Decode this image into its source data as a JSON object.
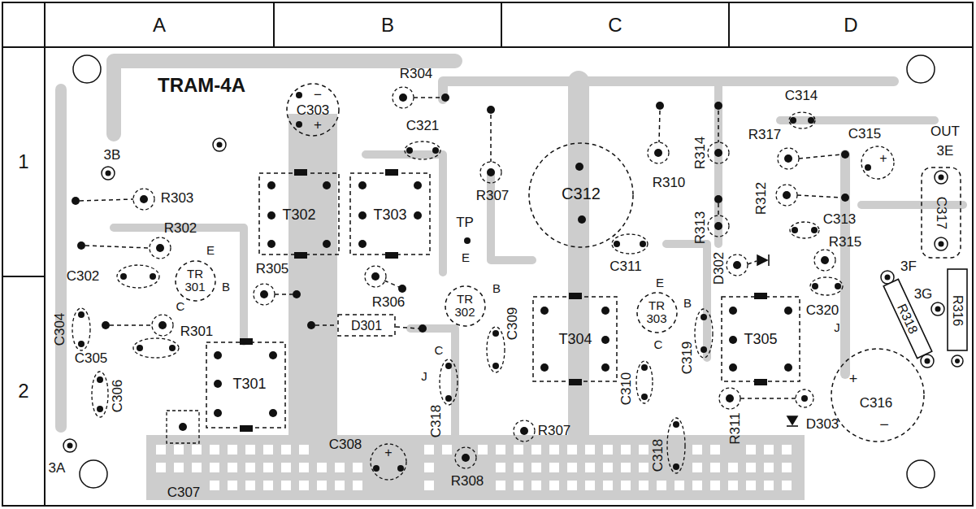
{
  "diagram": {
    "nodes": [
      {
        "text": [
          "A"
        ]
      },
      {
        "text": [
          "B"
        ]
      },
      {
        "text": [
          "C"
        ]
      },
      {
        "text": [
          "D"
        ]
      },
      {
        "text": [
          "1"
        ]
      },
      {
        "text": [
          "2"
        ]
      },
      {
        "text": [
          "−",
          "C303",
          "+"
        ]
      },
      {
        "text": [
          "T302"
        ]
      },
      {
        "text": [
          "T303"
        ]
      },
      {
        "text": [
          "TR 301"
        ]
      },
      {
        "text": [
          "T301"
        ]
      },
      {
        "text": [
          "D301"
        ]
      },
      {
        "text": [
          "C312"
        ]
      },
      {
        "text": [
          "TR 302"
        ]
      },
      {
        "text": [
          "T304"
        ]
      },
      {
        "text": [
          "TR 303"
        ]
      },
      {
        "text": [
          "T305"
        ]
      },
      {
        "text": [
          "C317"
        ]
      },
      {
        "text": [
          "R318"
        ]
      },
      {
        "text": [
          "R316"
        ]
      },
      {
        "text": [
          "+",
          "C316",
          "−"
        ]
      }
    ],
    "labels": [
      "TRAM-4A",
      "3B",
      "R303",
      "R302",
      "E",
      "B",
      "C302",
      "C",
      "R301",
      "C304",
      "C305",
      "C306",
      "3A",
      "C307",
      "R304",
      "C321",
      "R305",
      "R306",
      "C308",
      "+",
      "TP",
      "R307",
      "E",
      "B",
      "C",
      "J",
      "C318",
      "C309",
      "R307",
      "R308",
      "R310",
      "C311",
      "E",
      "B",
      "C",
      "C310",
      "C318",
      "C319",
      "R314",
      "R313",
      "C314",
      "R317",
      "R312",
      "D302",
      "C313",
      "R315",
      "C315",
      "+",
      "OUT",
      "3E",
      "3F",
      "3G",
      "C320",
      "J",
      "R311",
      "D303"
    ]
  }
}
